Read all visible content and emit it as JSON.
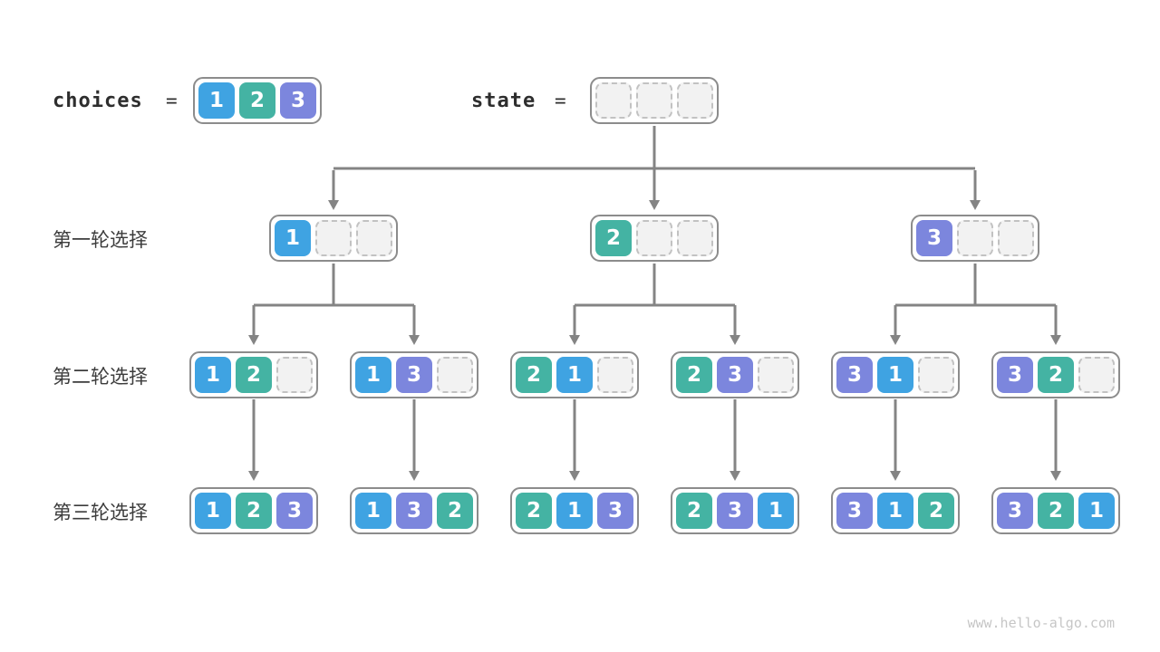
{
  "title_row": {
    "choices_label": "choices",
    "choices_equals": "=",
    "state_label": "state",
    "state_equals": "="
  },
  "choices": [
    "1",
    "2",
    "3"
  ],
  "state": [
    null,
    null,
    null
  ],
  "tree": {
    "rounds": [
      {
        "label": "第一轮选择",
        "nodes": [
          [
            "1",
            null,
            null
          ],
          [
            "2",
            null,
            null
          ],
          [
            "3",
            null,
            null
          ]
        ]
      },
      {
        "label": "第二轮选择",
        "nodes": [
          [
            "1",
            "2",
            null
          ],
          [
            "1",
            "3",
            null
          ],
          [
            "2",
            "1",
            null
          ],
          [
            "2",
            "3",
            null
          ],
          [
            "3",
            "1",
            null
          ],
          [
            "3",
            "2",
            null
          ]
        ]
      },
      {
        "label": "第三轮选择",
        "nodes": [
          [
            "1",
            "2",
            "3"
          ],
          [
            "1",
            "3",
            "2"
          ],
          [
            "2",
            "1",
            "3"
          ],
          [
            "2",
            "3",
            "1"
          ],
          [
            "3",
            "1",
            "2"
          ],
          [
            "3",
            "2",
            "1"
          ]
        ]
      }
    ]
  },
  "watermark": "www.hello-algo.com",
  "colors": {
    "value1": "#3fa3e2",
    "value2": "#44b3a3",
    "value3": "#7c86dd",
    "arrow": "#848484",
    "label_text": "#3c3c3c"
  }
}
